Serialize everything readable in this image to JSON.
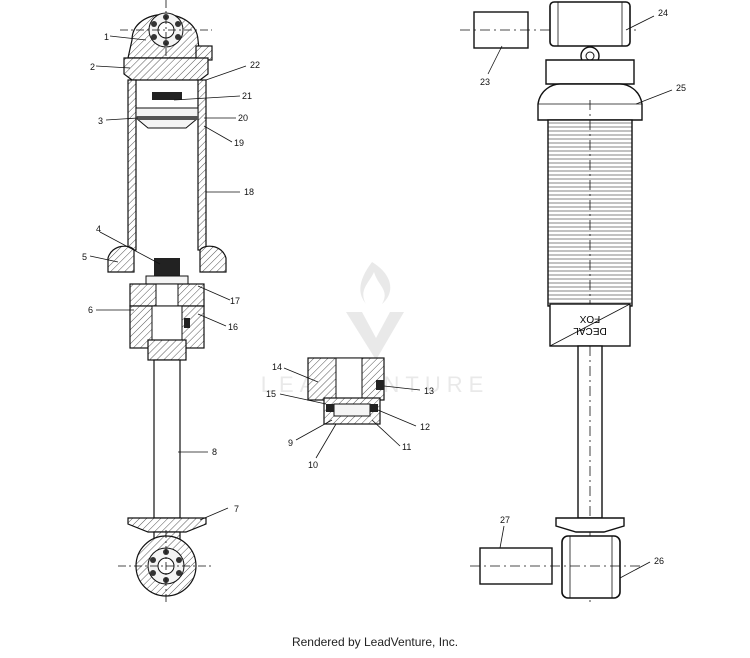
{
  "callouts": {
    "c1": "1",
    "c2": "2",
    "c3": "3",
    "c4": "4",
    "c5": "5",
    "c6": "6",
    "c7": "7",
    "c8": "8",
    "c9": "9",
    "c10": "10",
    "c11": "11",
    "c12": "12",
    "c13": "13",
    "c14": "14",
    "c15": "15",
    "c16": "16",
    "c17": "17",
    "c18": "18",
    "c19": "19",
    "c20": "20",
    "c21": "21",
    "c22": "22",
    "c23": "23",
    "c24": "24",
    "c25": "25",
    "c26": "26",
    "c27": "27"
  },
  "decal": {
    "line1": "FOX",
    "line2": "DECAL"
  },
  "watermark": {
    "text": "LEADVENTURE"
  },
  "footer": {
    "text": "Rendered by LeadVenture, Inc."
  }
}
